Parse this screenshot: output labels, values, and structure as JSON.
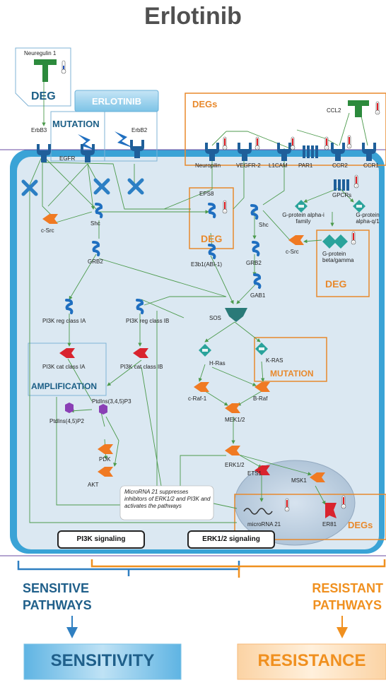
{
  "title": "Erlotinib",
  "drug_box": "ERLOTINIB",
  "tags": {
    "deg_top": "DEG",
    "mutation_top": "MUTATION",
    "degs_top": "DEGs",
    "deg_eps8": "DEG",
    "deg_gprotein": "DEG",
    "mutation_kras": "MUTATION",
    "amplification": "AMPLIFICATION",
    "degs_bottom": "DEGs"
  },
  "nodes": {
    "neuregulin": "Neuregulin 1",
    "erbb3": "ErbB3",
    "erbb2": "ErbB2",
    "egfr": "EGFR",
    "ccl2": "CCL2",
    "neuropilin": "Neuropilin",
    "vegfr2": "VEGFR-2",
    "l1cam": "L1CAM",
    "par1": "PAR1",
    "ccr2": "CCR2",
    "ccr1": "CCR1",
    "gpcrs": "GPCRs",
    "gprot_i": "G-protein alpha-i family",
    "gprot_q": "G-protein alpha-q/1",
    "gprot_bg": "G-protein beta/gamma",
    "csrc_left": "c-Src",
    "csrc_right": "c-Src",
    "shc_left": "Shc",
    "shc_mid": "Shc",
    "grb2_left": "GRB2",
    "grb2_mid": "GRB2",
    "eps8": "EPS8",
    "e3b1": "E3b1(ABI-1)",
    "gab1": "GAB1",
    "sos": "SOS",
    "pi3k_reg_ia": "PI3K reg class IA",
    "pi3k_reg_ib": "PI3K reg class IB",
    "pi3k_cat_ia": "PI3K cat class IA",
    "pi3k_cat_ib": "PI3K cat class IB",
    "hras": "H-Ras",
    "kras": "K-RAS",
    "craf": "c-Raf-1",
    "braf": "B-Raf",
    "mek": "MEK1/2",
    "erk": "ERK1/2",
    "pip3": "PtdIns(3,4,5)P3",
    "pip2": "PtdIns(4,5)P2",
    "pdk": "PDK",
    "akt": "AKT",
    "ets1": "ETS1",
    "msk1": "MSK1",
    "mir21": "microRNA 21",
    "er81": "ER81"
  },
  "note": "MicroRNA 21 suppresses inhibitors of ERK1/2 and PI3K and activates the pathways",
  "signaling": {
    "pi3k": "PI3K signaling",
    "erk": "ERK1/2 signaling"
  },
  "bottom": {
    "sensitive_line1": "SENSITIVE",
    "sensitive_line2": "PATHWAYS",
    "resistant_line1": "RESISTANT",
    "resistant_line2": "PATHWAYS",
    "sensitivity": "SENSITIVITY",
    "resistance": "RESISTANCE"
  },
  "colors": {
    "cell_fill": "#dbe8f2",
    "membrane": "#3aa3d6",
    "degs_orange": "#e8892c",
    "text_blue": "#1f5f8a",
    "kinase_orange": "#f07a23",
    "kinase_red": "#d9232e",
    "green_ligand": "#2c8a3c",
    "blue_protein": "#1f6fc0"
  }
}
